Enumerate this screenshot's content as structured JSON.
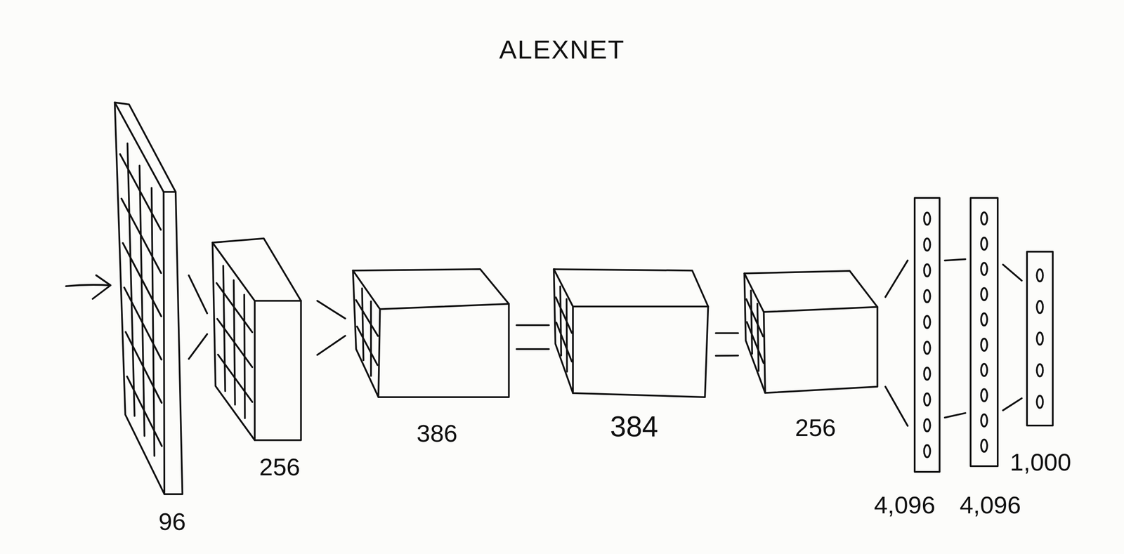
{
  "diagram": {
    "title": "ALEXNET",
    "nodes": [
      {
        "text": [
          "96"
        ]
      },
      {
        "text": [
          "256"
        ]
      },
      {
        "text": [
          "386"
        ]
      },
      {
        "text": [
          "384"
        ]
      },
      {
        "text": [
          "256"
        ]
      },
      {
        "text": [
          "4,096"
        ]
      },
      {
        "text": [
          "4,096"
        ]
      },
      {
        "text": [
          "1,000"
        ]
      }
    ],
    "edges": [
      {
        "from": 0,
        "to": 1,
        "arrow": "none"
      },
      {
        "from": 1,
        "to": 2,
        "arrow": "none"
      },
      {
        "from": 2,
        "to": 3,
        "arrow": "none"
      },
      {
        "from": 3,
        "to": 4,
        "arrow": "none"
      },
      {
        "from": 4,
        "to": 5,
        "arrow": "none"
      },
      {
        "from": 5,
        "to": 6,
        "arrow": "none"
      },
      {
        "from": 6,
        "to": 7,
        "arrow": "none"
      }
    ]
  }
}
